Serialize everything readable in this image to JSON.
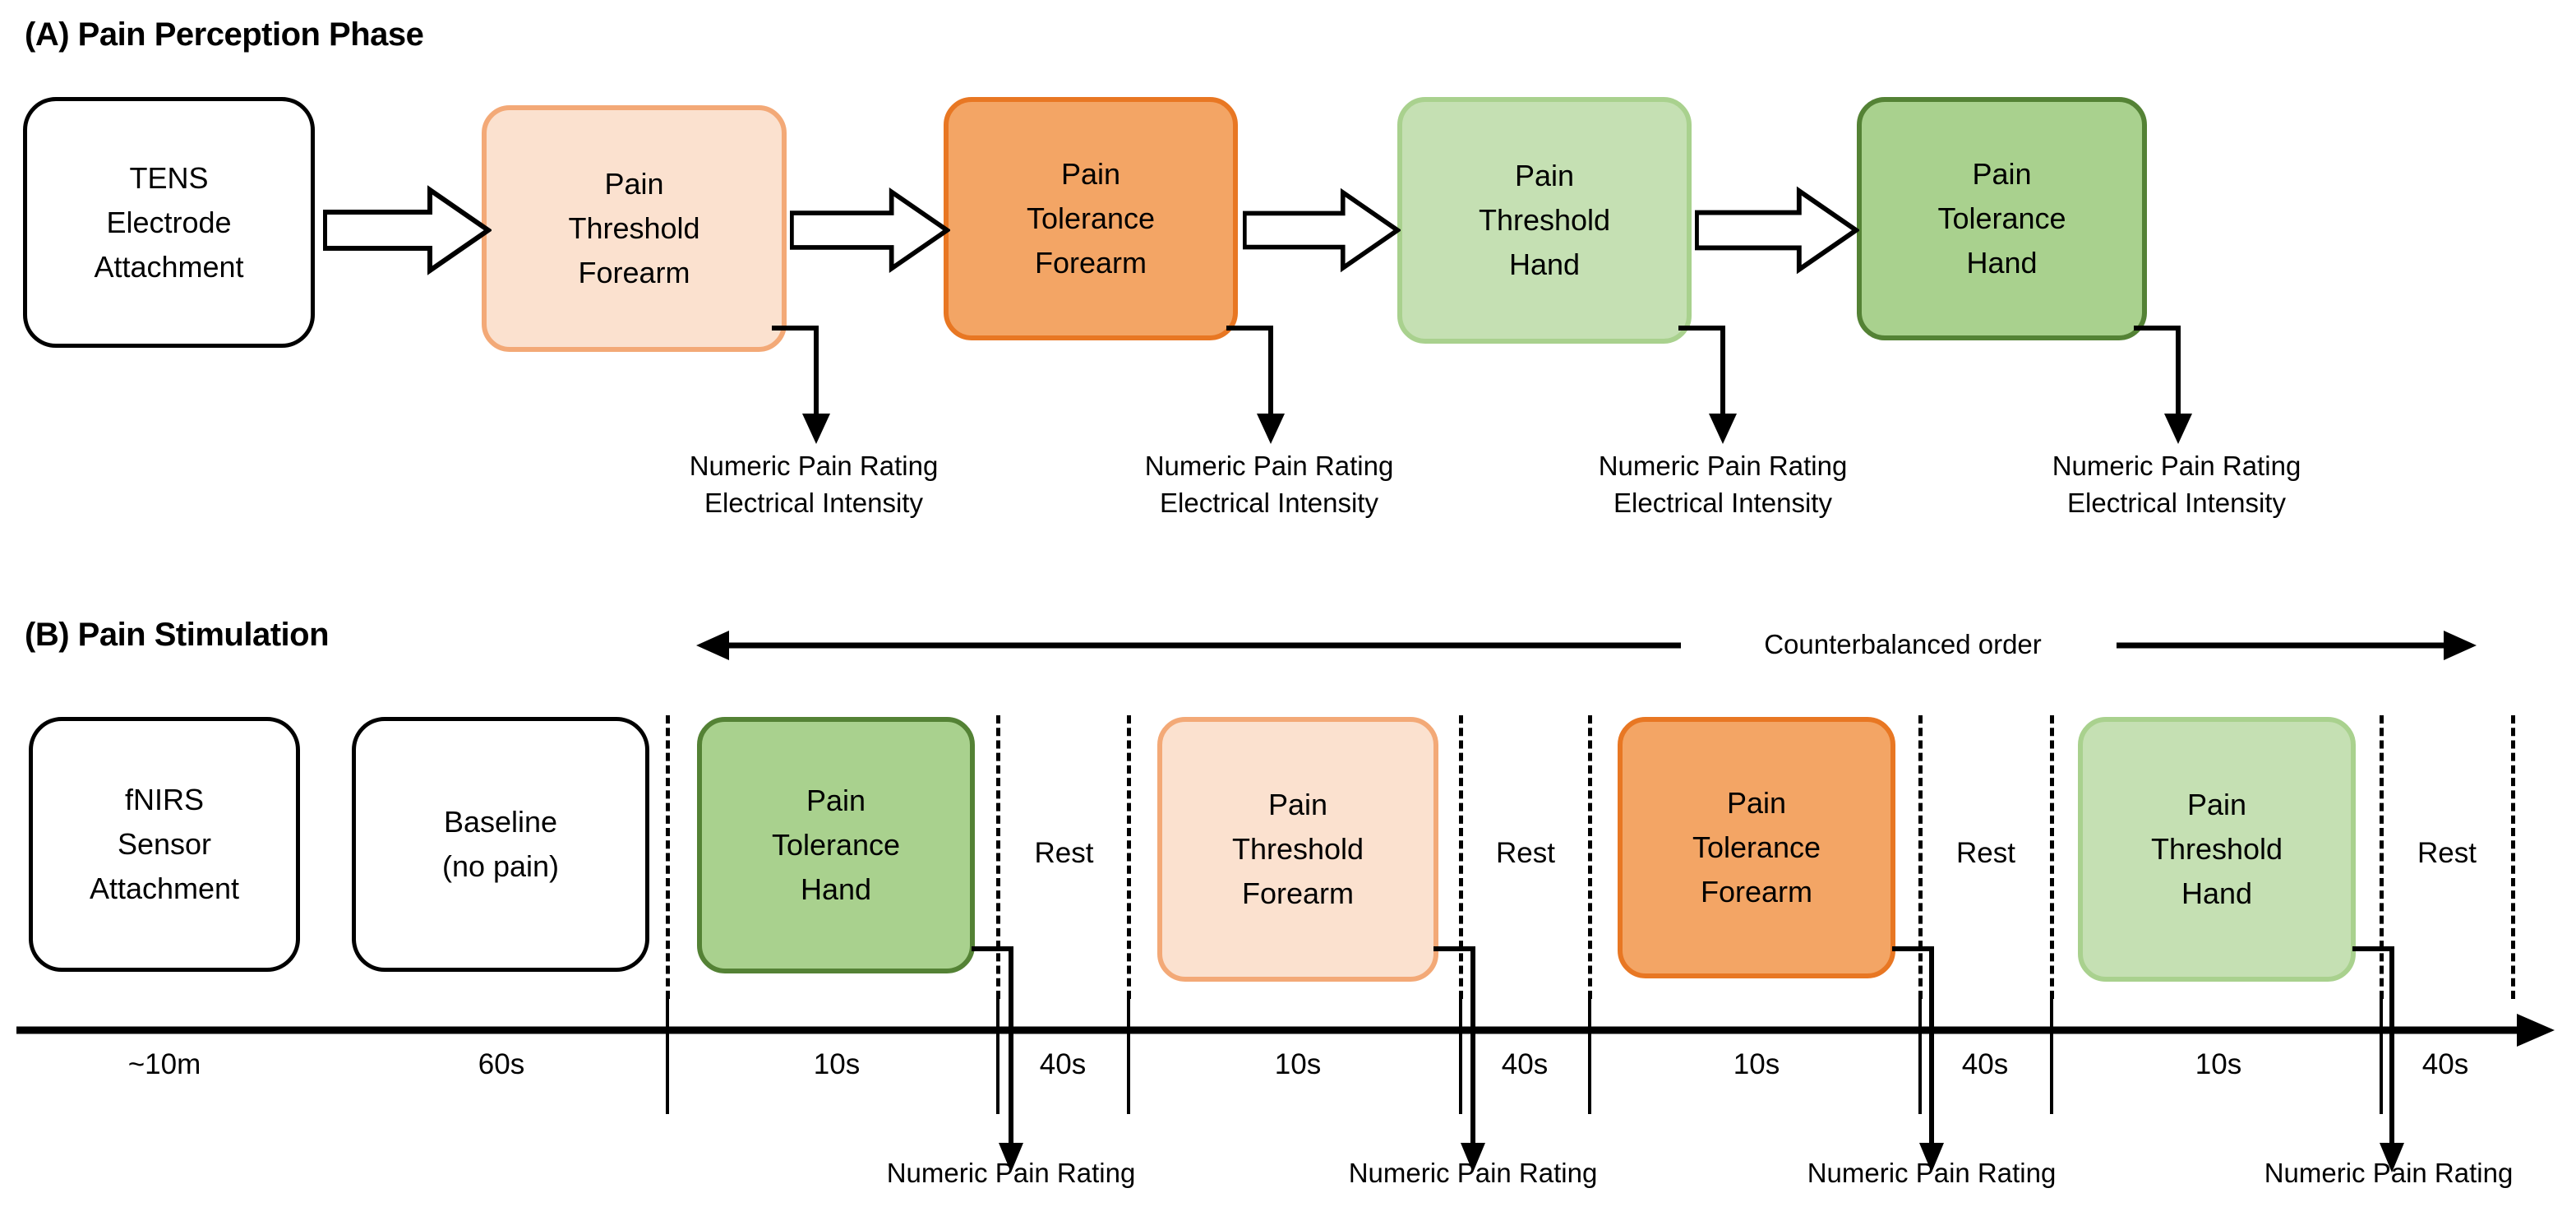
{
  "figure": {
    "panels": [
      {
        "id": "A",
        "title": "(A) Pain Perception Phase",
        "steps": [
          {
            "name": "tens-electrode-attachment",
            "style": "white",
            "lines": [
              "TENS",
              "Electrode",
              "Attachment"
            ]
          },
          {
            "name": "pain-threshold-forearm",
            "style": "lorange",
            "lines": [
              "Pain",
              "Threshold",
              "Forearm"
            ]
          },
          {
            "name": "pain-tolerance-forearm",
            "style": "dorange",
            "lines": [
              "Pain",
              "Tolerance",
              "Forearm"
            ]
          },
          {
            "name": "pain-threshold-hand",
            "style": "lgreen",
            "lines": [
              "Pain",
              "Threshold",
              "Hand"
            ]
          },
          {
            "name": "pain-tolerance-hand",
            "style": "dgreen",
            "lines": [
              "Pain",
              "Tolerance",
              "Hand"
            ]
          }
        ],
        "measures": [
          {
            "lines": [
              "Numeric Pain Rating",
              "Electrical Intensity"
            ]
          },
          {
            "lines": [
              "Numeric Pain Rating",
              "Electrical Intensity"
            ]
          },
          {
            "lines": [
              "Numeric Pain Rating",
              "Electrical Intensity"
            ]
          },
          {
            "lines": [
              "Numeric Pain Rating",
              "Electrical Intensity"
            ]
          }
        ]
      },
      {
        "id": "B",
        "title": "(B) Pain Stimulation",
        "counterbalanced_label": "Counterbalanced order",
        "blocks": [
          {
            "name": "fnirs-sensor-attachment",
            "style": "white",
            "lines": [
              "fNIRS",
              "Sensor",
              "Attachment"
            ],
            "duration": "~10m"
          },
          {
            "name": "baseline-no-pain",
            "style": "white",
            "lines": [
              "Baseline",
              "(no pain)"
            ],
            "duration": "60s"
          },
          {
            "name": "pain-tolerance-hand",
            "style": "dgreen",
            "lines": [
              "Pain",
              "Tolerance",
              "Hand"
            ],
            "duration": "10s"
          },
          {
            "name": "rest-1",
            "style": "rest",
            "lines": [
              "Rest"
            ],
            "duration": "40s"
          },
          {
            "name": "pain-threshold-forearm",
            "style": "lorange",
            "lines": [
              "Pain",
              "Threshold",
              "Forearm"
            ],
            "duration": "10s"
          },
          {
            "name": "rest-2",
            "style": "rest",
            "lines": [
              "Rest"
            ],
            "duration": "40s"
          },
          {
            "name": "pain-tolerance-forearm",
            "style": "dorange",
            "lines": [
              "Pain",
              "Tolerance",
              "Forearm"
            ],
            "duration": "10s"
          },
          {
            "name": "rest-3",
            "style": "rest",
            "lines": [
              "Rest"
            ],
            "duration": "40s"
          },
          {
            "name": "pain-threshold-hand",
            "style": "lgreen",
            "lines": [
              "Pain",
              "Threshold",
              "Hand"
            ],
            "duration": "10s"
          },
          {
            "name": "rest-4",
            "style": "rest",
            "lines": [
              "Rest"
            ],
            "duration": "40s"
          }
        ],
        "ratings": [
          "Numeric Pain Rating",
          "Numeric Pain Rating",
          "Numeric Pain Rating",
          "Numeric Pain Rating"
        ]
      }
    ],
    "colors": {
      "light_orange_fill": "#FBE1CF",
      "light_orange_stroke": "#F3A977",
      "dark_orange_fill": "#F3A565",
      "dark_orange_stroke": "#E87723",
      "light_green_fill": "#C5E0B3",
      "light_green_stroke": "#A9D18E",
      "dark_green_fill": "#A9D18E",
      "dark_green_stroke": "#548235",
      "outline": "#000000",
      "background": "#FFFFFF"
    }
  }
}
